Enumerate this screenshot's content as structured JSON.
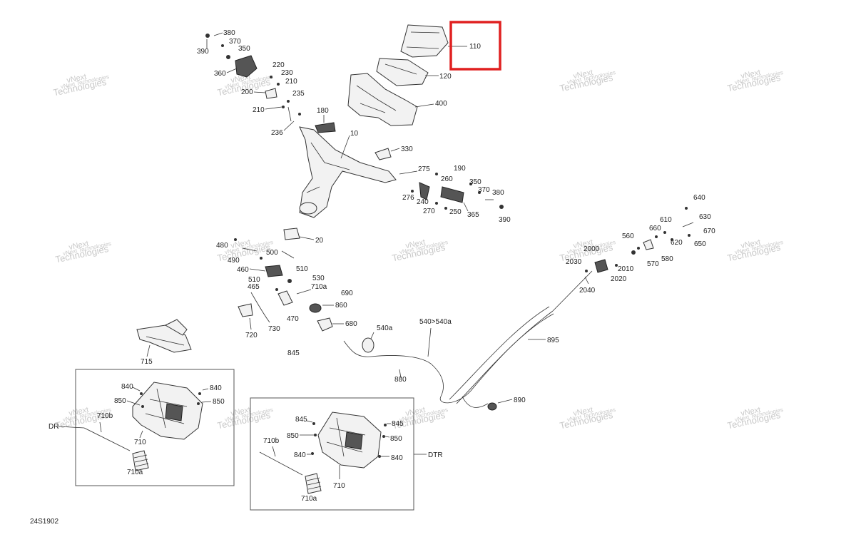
{
  "diagram": {
    "code": "24S1902",
    "watermark": {
      "line1": "vNext",
      "line2": "Technologies",
      "line3": "vNext Technologies"
    },
    "highlight_color": "#e02020",
    "labels": {
      "l110": "110",
      "l120": "120",
      "l400": "400",
      "l380a": "380",
      "l370a": "370",
      "l350a": "350",
      "l390a": "390",
      "l360": "360",
      "l220": "220",
      "l230": "230",
      "l210a": "210",
      "l200": "200",
      "l210b": "210",
      "l235": "235",
      "l236": "236",
      "l180": "180",
      "l10": "10",
      "l330": "330",
      "l275": "275",
      "l190": "190",
      "l260": "260",
      "l276": "276",
      "l240": "240",
      "l270": "270",
      "l250": "250",
      "l350b": "350",
      "l370b": "370",
      "l380b": "380",
      "l365": "365",
      "l390b": "390",
      "l20": "20",
      "l480": "480",
      "l500": "500",
      "l490": "490",
      "l460": "460",
      "l510a": "510",
      "l510b": "510",
      "l530": "530",
      "l465": "465",
      "l710a": "710a",
      "l690": "690",
      "l470": "470",
      "l720": "720",
      "l730": "730",
      "l860": "860",
      "l680": "680",
      "l540a": "540a",
      "l540": "540>540a",
      "l845a": "845",
      "l880": "880",
      "l895": "895",
      "l890": "890",
      "l715": "715",
      "l640": "640",
      "l630": "630",
      "l610": "610",
      "l660": "660",
      "l670": "670",
      "l560": "560",
      "l620": "620",
      "l650": "650",
      "l2000": "2000",
      "l580": "580",
      "l2030": "2030",
      "l570": "570",
      "l2010": "2010",
      "l2020": "2020",
      "l2040": "2040",
      "bl840a": "840",
      "bl850a": "850",
      "bl840b": "840",
      "bl850b": "850",
      "bl710b": "710b",
      "blDR": "DR",
      "bl710": "710",
      "bl710a": "710a",
      "br845a": "845",
      "br845b": "845",
      "br850a": "850",
      "br850b": "850",
      "br840a": "840",
      "br840b": "840",
      "br710b": "710b",
      "brDTR": "DTR",
      "br710": "710",
      "br710a": "710a"
    }
  }
}
